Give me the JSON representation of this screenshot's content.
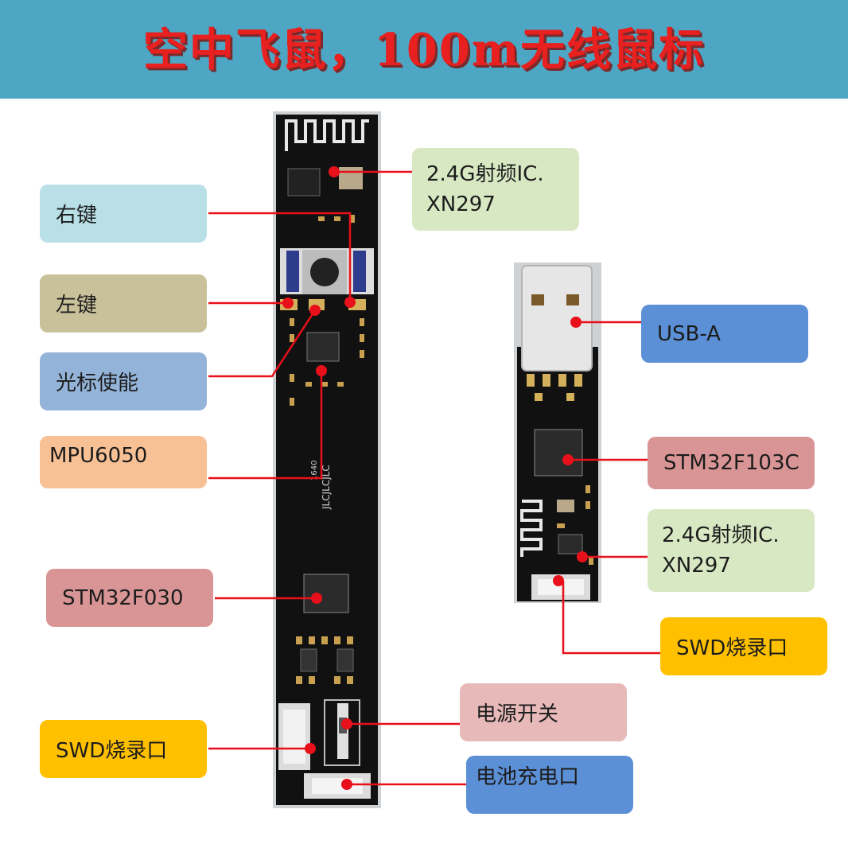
{
  "title": "空中飞鼠，100m无线鼠标",
  "labels": {
    "rf_ic_left": {
      "line1": "2.4G射频IC.",
      "line2": "XN297"
    },
    "right_key": "右键",
    "left_key": "左键",
    "cursor_enable": "光标使能",
    "mpu6050": "MPU6050",
    "stm32f030": "STM32F030",
    "swd_left": "SWD烧录口",
    "power_switch": "电源开关",
    "battery_charge": "电池充电口",
    "usb_a": "USB-A",
    "stm32f103c": "STM32F103C",
    "rf_ic_right": {
      "line1": "2.4G射频IC.",
      "line2": "XN297"
    },
    "swd_right": "SWD烧录口"
  },
  "pcb_silkscreen": {
    "jlc": "JLCJLCJLC",
    "chip_marks": "1640"
  },
  "colors": {
    "banner": "#4da7c4",
    "title": "#e8201f",
    "pcb": "#111111",
    "leader": "#e8101a",
    "label_light_blue": "#b8e0e6",
    "label_tan": "#c9c19a",
    "label_steel_blue": "#93b3d9",
    "label_peach": "#f8c195",
    "label_rose": "#d99595",
    "label_gold": "#ffc000",
    "label_pink": "#e8b9b9",
    "label_blue": "#5b8fd6",
    "label_sage": "#d7e8c3"
  }
}
